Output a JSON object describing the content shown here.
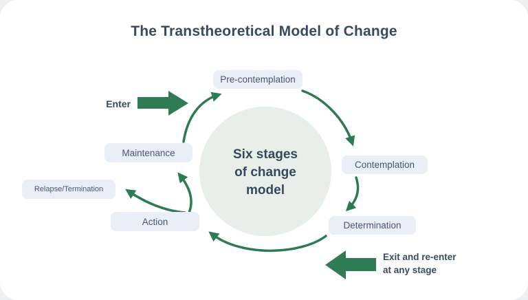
{
  "title": "The Transtheoretical Model of Change",
  "center": {
    "lines": [
      "Six stages",
      "of change",
      "model"
    ]
  },
  "stages": [
    {
      "id": "pre-contemplation",
      "label": "Pre-contemplation"
    },
    {
      "id": "contemplation",
      "label": "Contemplation"
    },
    {
      "id": "determination",
      "label": "Determination"
    },
    {
      "id": "action",
      "label": "Action"
    },
    {
      "id": "maintenance",
      "label": "Maintenance"
    },
    {
      "id": "relapse-termination",
      "label": "Relapse/Termination"
    }
  ],
  "annotations": {
    "enter": "Enter",
    "exit_line1": "Exit and re-enter",
    "exit_line2": "at any stage"
  },
  "colors": {
    "arrow_green": "#2b7c52",
    "title_text": "#394a5f",
    "stage_text": "#49566d",
    "stage_bg": "#e9eef7",
    "circle_bg": "#e8efe9",
    "card_bg": "#ffffff"
  }
}
